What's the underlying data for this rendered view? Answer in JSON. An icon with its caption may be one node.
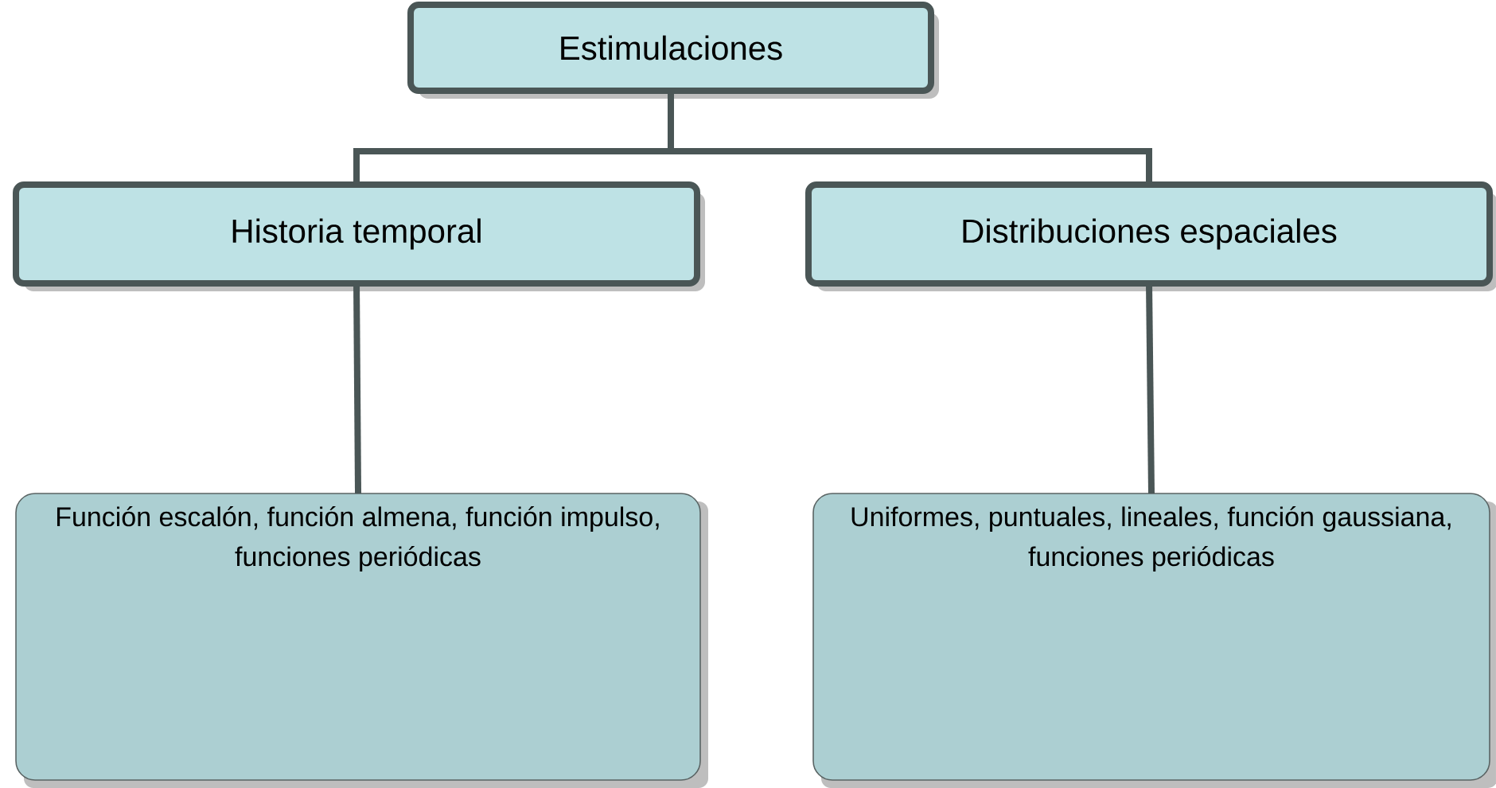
{
  "diagram": {
    "nodes": [
      {
        "text": [
          "Estimulaciones"
        ]
      },
      {
        "text": [
          "Historia temporal"
        ]
      },
      {
        "text": [
          "Distribuciones espaciales"
        ]
      },
      {
        "text": [
          "Función escalón, función almena, función impulso, funciones periódicas"
        ]
      },
      {
        "text": [
          "Uniformes, puntuales, lineales, función gaussiana, funciones periódicas"
        ]
      }
    ],
    "edges": [
      {
        "from": 0,
        "to": 1,
        "arrow": "none"
      },
      {
        "from": 0,
        "to": 2,
        "arrow": "none"
      },
      {
        "from": 1,
        "to": 3,
        "arrow": "none"
      },
      {
        "from": 2,
        "to": 4,
        "arrow": "none"
      }
    ]
  }
}
